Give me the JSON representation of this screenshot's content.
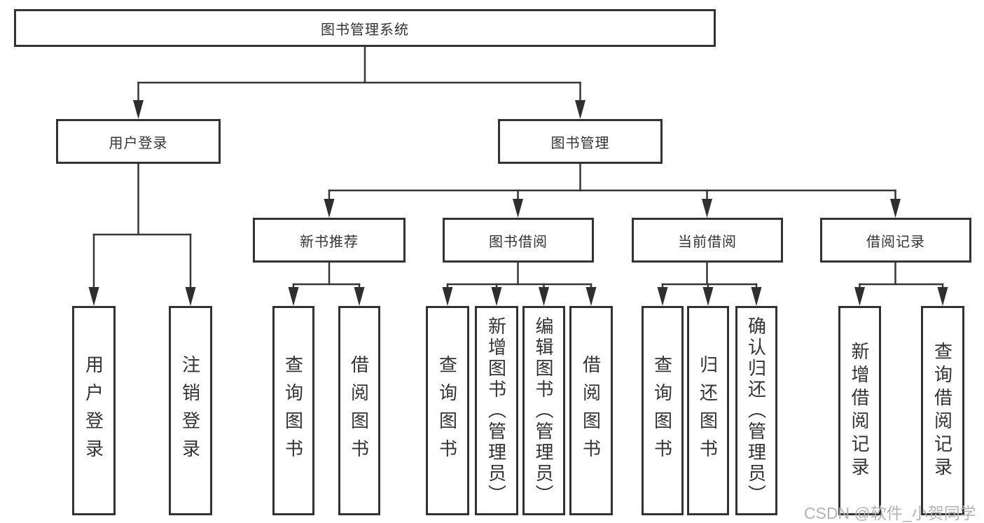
{
  "diagram": {
    "root": {
      "label": "图书管理系统"
    },
    "branches": [
      {
        "label": "用户登录",
        "children": [
          {
            "label": "用户登录"
          },
          {
            "label": "注销登录"
          }
        ]
      },
      {
        "label": "图书管理",
        "children": [
          {
            "label": "新书推荐",
            "children": [
              {
                "label": "查询图书"
              },
              {
                "label": "借阅图书"
              }
            ]
          },
          {
            "label": "图书借阅",
            "children": [
              {
                "label": "查询图书"
              },
              {
                "label": "新增图书（管理员）"
              },
              {
                "label": "编辑图书（管理员）"
              },
              {
                "label": "借阅图书"
              }
            ]
          },
          {
            "label": "当前借阅",
            "children": [
              {
                "label": "查询图书"
              },
              {
                "label": "归还图书"
              },
              {
                "label": "确认归还（管理员）"
              }
            ]
          },
          {
            "label": "借阅记录",
            "children": [
              {
                "label": "新增借阅记录"
              },
              {
                "label": "查询借阅记录"
              }
            ]
          }
        ]
      }
    ]
  },
  "watermark": {
    "text": "CSDN @软件_小贺同学"
  },
  "colors": {
    "background": "#ffffff",
    "box_border": "#333333",
    "line": "#363636",
    "text": "#333333",
    "watermark": "#b3b3b3"
  }
}
